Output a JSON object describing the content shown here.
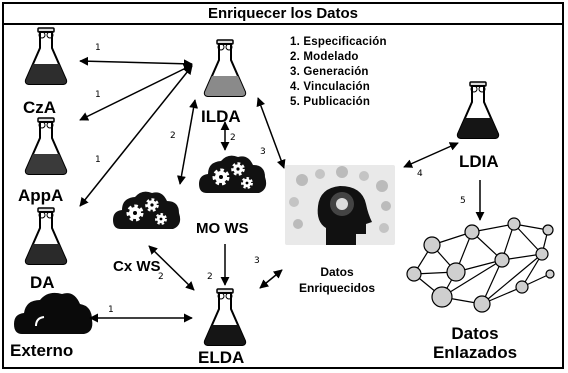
{
  "title": "Enriquecer los Datos",
  "legend": [
    "1. Especificación",
    "2. Modelado",
    "3. Generación",
    "4. Vinculación",
    "5. Publicación"
  ],
  "nodes": {
    "cza": "CzA",
    "appa": "AppA",
    "da": "DA",
    "ilda": "ILDA",
    "mows": "MO WS",
    "cxws": "Cx WS",
    "elda": "ELDA",
    "externo": "Externo",
    "enriquecidos": "Datos Enriquecidos",
    "ldia": "LDIA",
    "enlazados": "Datos Enlazados"
  },
  "edge_labels": {
    "ilda_cza": "1",
    "ilda_appa": "1",
    "ilda_da": "1",
    "ilda_mows": "2",
    "ilda_cxws": "2",
    "ilda_enr": "3",
    "mows_elda": "2",
    "cxws_elda": "2",
    "elda_enr": "3",
    "externo_elda": "1",
    "enr_ldia": "4",
    "ldia_enlazados": "5"
  },
  "colors": {
    "flask_dark": "#1a1a1a",
    "flask_medium": "#3a3a3a",
    "flask_light": "#8a8a8a",
    "network_node": "#cfcfcf"
  }
}
